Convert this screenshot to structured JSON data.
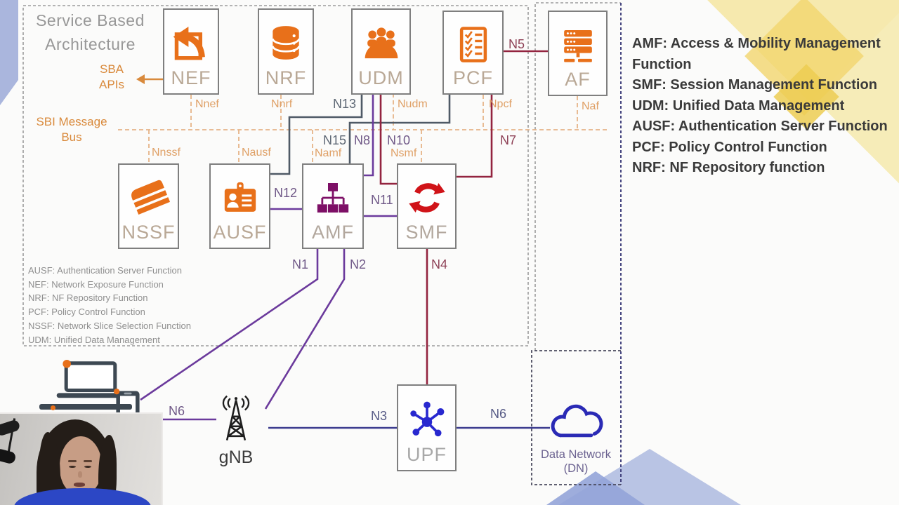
{
  "title": {
    "line1": "Service Based",
    "line2": "Architecture"
  },
  "sba_apis": {
    "line1": "SBA",
    "line2": "APIs"
  },
  "sbi_bus": {
    "line1": "SBI Message",
    "line2": "Bus"
  },
  "nodes": {
    "nef": {
      "label": "NEF"
    },
    "nrf": {
      "label": "NRF"
    },
    "udm": {
      "label": "UDM"
    },
    "pcf": {
      "label": "PCF"
    },
    "af": {
      "label": "AF"
    },
    "nssf": {
      "label": "NSSF"
    },
    "ausf": {
      "label": "AUSF"
    },
    "amf": {
      "label": "AMF"
    },
    "smf": {
      "label": "SMF"
    },
    "upf": {
      "label": "UPF"
    },
    "gnb": {
      "label": "gNB"
    },
    "dn": {
      "line1": "Data Network",
      "line2": "(DN)"
    }
  },
  "interfaces": {
    "nnef": "Nnef",
    "nnrf": "Nnrf",
    "nudm": "Nudm",
    "npcf": "Npcf",
    "naf": "Naf",
    "nnssf": "Nnssf",
    "nausf": "Nausf",
    "namf": "Namf",
    "nsmf": "Nsmf",
    "n13": "N13",
    "n15": "N15",
    "n8": "N8",
    "n10": "N10",
    "n7": "N7",
    "n5": "N5",
    "n12": "N12",
    "n11": "N11",
    "n1": "N1",
    "n2": "N2",
    "n4": "N4",
    "n6_access": "N6",
    "n3": "N3",
    "n6_dn": "N6"
  },
  "legend_inner": {
    "lines": [
      "AUSF: Authentication Server Function",
      "NEF: Network Exposure Function",
      "NRF: NF Repository Function",
      "PCF: Policy Control Function",
      "NSSF: Network Slice Selection Function",
      "UDM: Unified Data Management"
    ]
  },
  "definitions": {
    "lines": [
      "AMF: Access & Mobility Management",
      "Function",
      "SMF: Session Management Function",
      "UDM: Unified Data Management",
      "AUSF: Authentication Server Function",
      "PCF: Policy Control Function",
      "NRF: NF Repository function"
    ]
  },
  "colors": {
    "orange": "#e8701a",
    "bus_dash": "#e6b488",
    "purple_line": "#6b3a9c",
    "crimson_line": "#93243f",
    "slate_line": "#4f5a66",
    "navy_line": "#3d3d8f",
    "amf_icon": "#7d0f66",
    "smf_icon": "#d01318",
    "upf_icon": "#2828cf",
    "cloud": "#2a2ab5"
  }
}
